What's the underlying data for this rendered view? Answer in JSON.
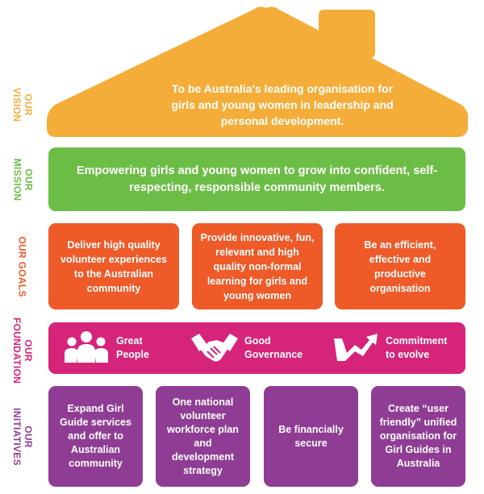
{
  "labels": {
    "vision": "OUR\nVISION",
    "mission": "OUR\nMISSION",
    "goals": "OUR GOALS",
    "foundation": "OUR\nFOUNDATION",
    "initiatives": "OUR\nINITIATIVES"
  },
  "vision": {
    "text": "To be Australia's leading organisation for girls and young women in leadership and personal development."
  },
  "mission": {
    "text": "Empowering girls and young women to grow into confident, self-respecting, responsible community members."
  },
  "goals": [
    {
      "text": "Deliver high quality volunteer experiences to the Australian community"
    },
    {
      "text": "Provide innovative, fun, relevant and high quality non-formal learning for girls and young women"
    },
    {
      "text": "Be an efficient, effective and productive organisation"
    }
  ],
  "foundation": [
    {
      "text": "Great\nPeople",
      "icon": "people-group-icon"
    },
    {
      "text": "Good\nGovernance",
      "icon": "handshake-icon"
    },
    {
      "text": "Commitment\nto evolve",
      "icon": "growth-arrow-icon"
    }
  ],
  "initiatives": [
    {
      "text": "Expand Girl Guide services and offer to Australian community"
    },
    {
      "text": "One national volunteer workforce plan and development strategy"
    },
    {
      "text": "Be financially secure"
    },
    {
      "text": "Create “user friendly” unified organisation for Girl Guides in Australia"
    }
  ],
  "colors": {
    "vision": "#f5ad39",
    "mission": "#6cbd45",
    "goals": "#ee5a28",
    "foundation": "#d6247a",
    "initiatives": "#8f3d94"
  }
}
